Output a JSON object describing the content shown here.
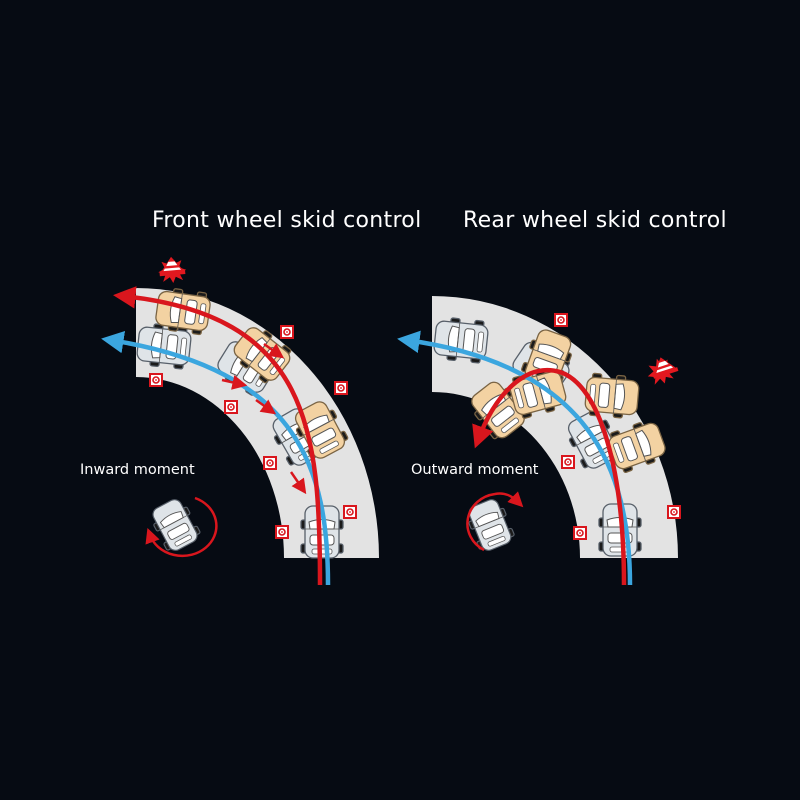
{
  "panels": {
    "front": {
      "title": "Front wheel skid control",
      "moment_label": "Inward moment"
    },
    "rear": {
      "title": "Rear wheel skid control",
      "moment_label": "Outward moment"
    }
  },
  "colors": {
    "background": "#060b13",
    "road": "#e3e3e3",
    "skid_path": "#d9161d",
    "controlled_path": "#3ba6df",
    "skidding_car": "#f3d2a2",
    "controlled_car": "#dfe4e8",
    "cone": "#e2181f"
  },
  "icons": [
    "traffic-cone-icon",
    "target-marker-icon",
    "car-icon",
    "rotation-arrow-icon"
  ]
}
